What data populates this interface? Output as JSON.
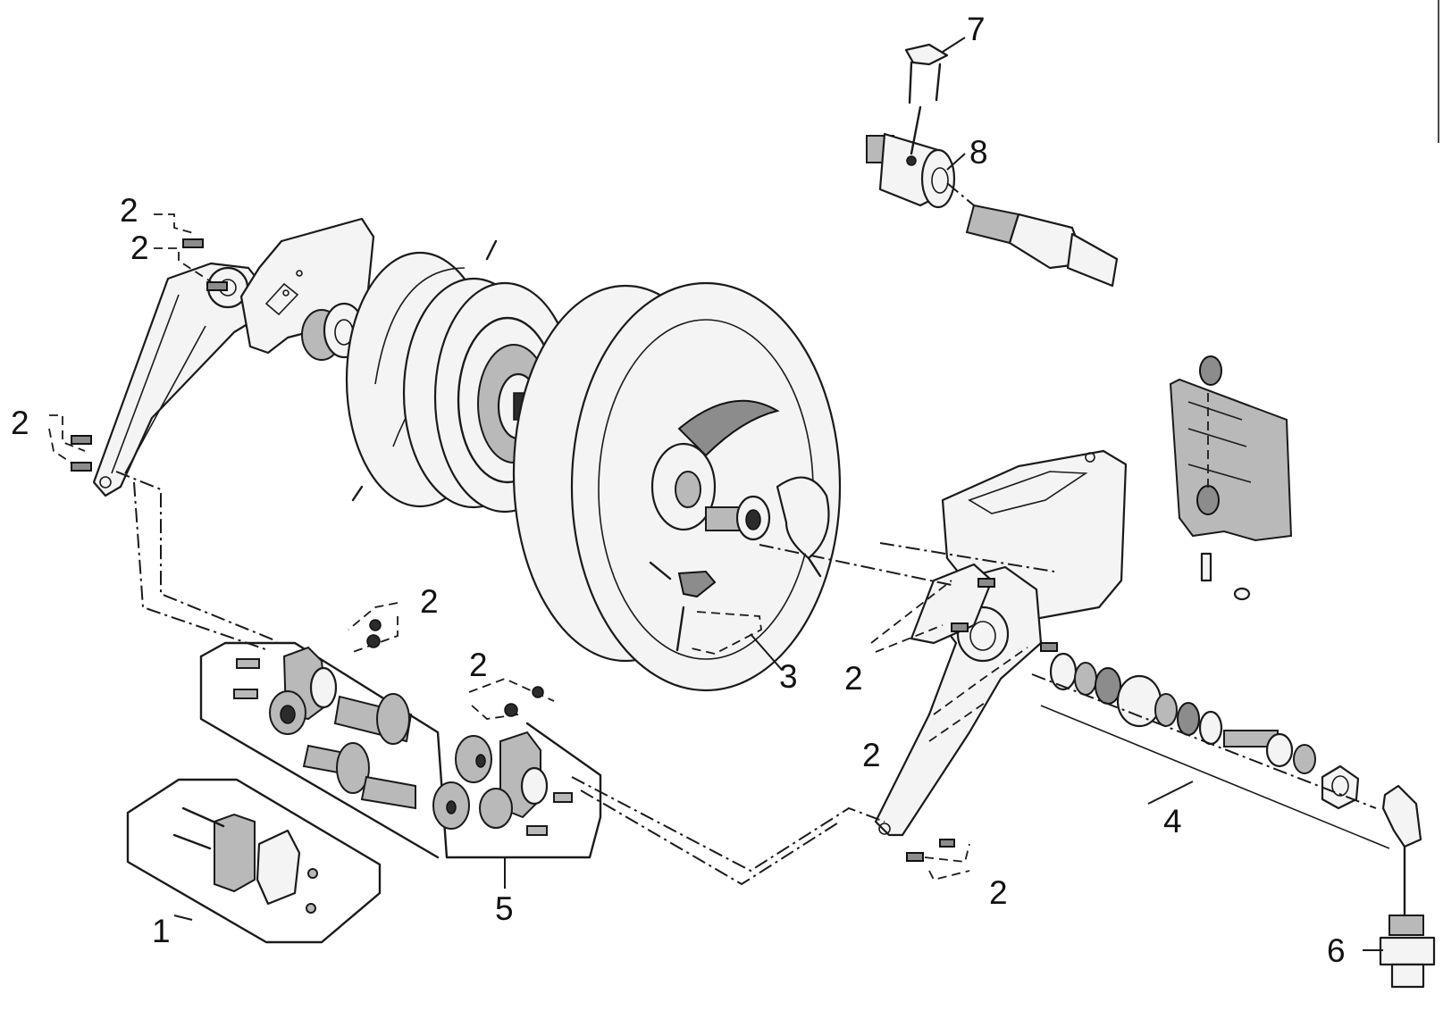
{
  "labels": {
    "hose_guide_kit": "1",
    "screws_a": "2",
    "screws_b": "2",
    "screws_c": "2",
    "screws_d": "2",
    "screws_e": "2",
    "screws_f": "2",
    "screws_g": "2",
    "screws_h": "2",
    "pawl_kit": "3",
    "swivel_kit": "4",
    "shaft_kit": "5",
    "inlet_fitting": "6",
    "clip": "7",
    "hose_stop": "8"
  },
  "colors": {
    "line": "#1a1a1a",
    "part_fill": "#f4f4f4",
    "shade": "#b9b9b9",
    "dark_shade": "#8c8c8c",
    "background": "#ffffff"
  },
  "icons": [
    "exploded-view-diagram"
  ]
}
